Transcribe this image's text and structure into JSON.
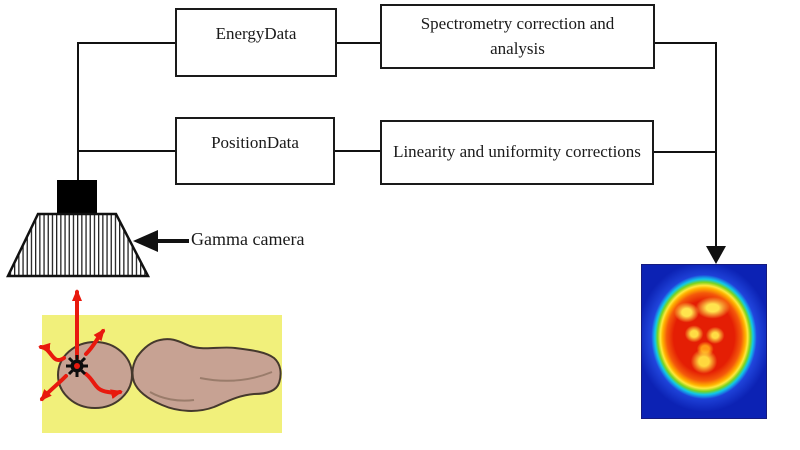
{
  "figure": {
    "title_hint": "Gamma camera acquisition and correction chain diagram",
    "flowchart": {
      "energy_box": {
        "label": "EnergyData"
      },
      "spectrometry_box": {
        "label": "Spectrometry correction and analysis"
      },
      "position_box": {
        "label": "PositionData"
      },
      "linearity_box": {
        "label": "Linearity and uniformity corrections"
      }
    },
    "camera": {
      "label": "Gamma camera",
      "icon": "gamma-camera-icon"
    },
    "illustration": {
      "bed_color": "#f1f07b",
      "skin_color": "#c7a293",
      "gamma_arrow_color": "#e8190e",
      "source_icon": "radiation-source-icon",
      "gamma_rays_icon": "gamma-ray-arrows-icon"
    },
    "scan": {
      "icon": "brain-scan-heatmap-icon",
      "background_blue": "#0c22b4",
      "hot_red": "#e41e04",
      "hotspot_yellow": "#ffe44e",
      "rim_cyan": "#0fc8e8"
    },
    "line_color": "#111111"
  }
}
